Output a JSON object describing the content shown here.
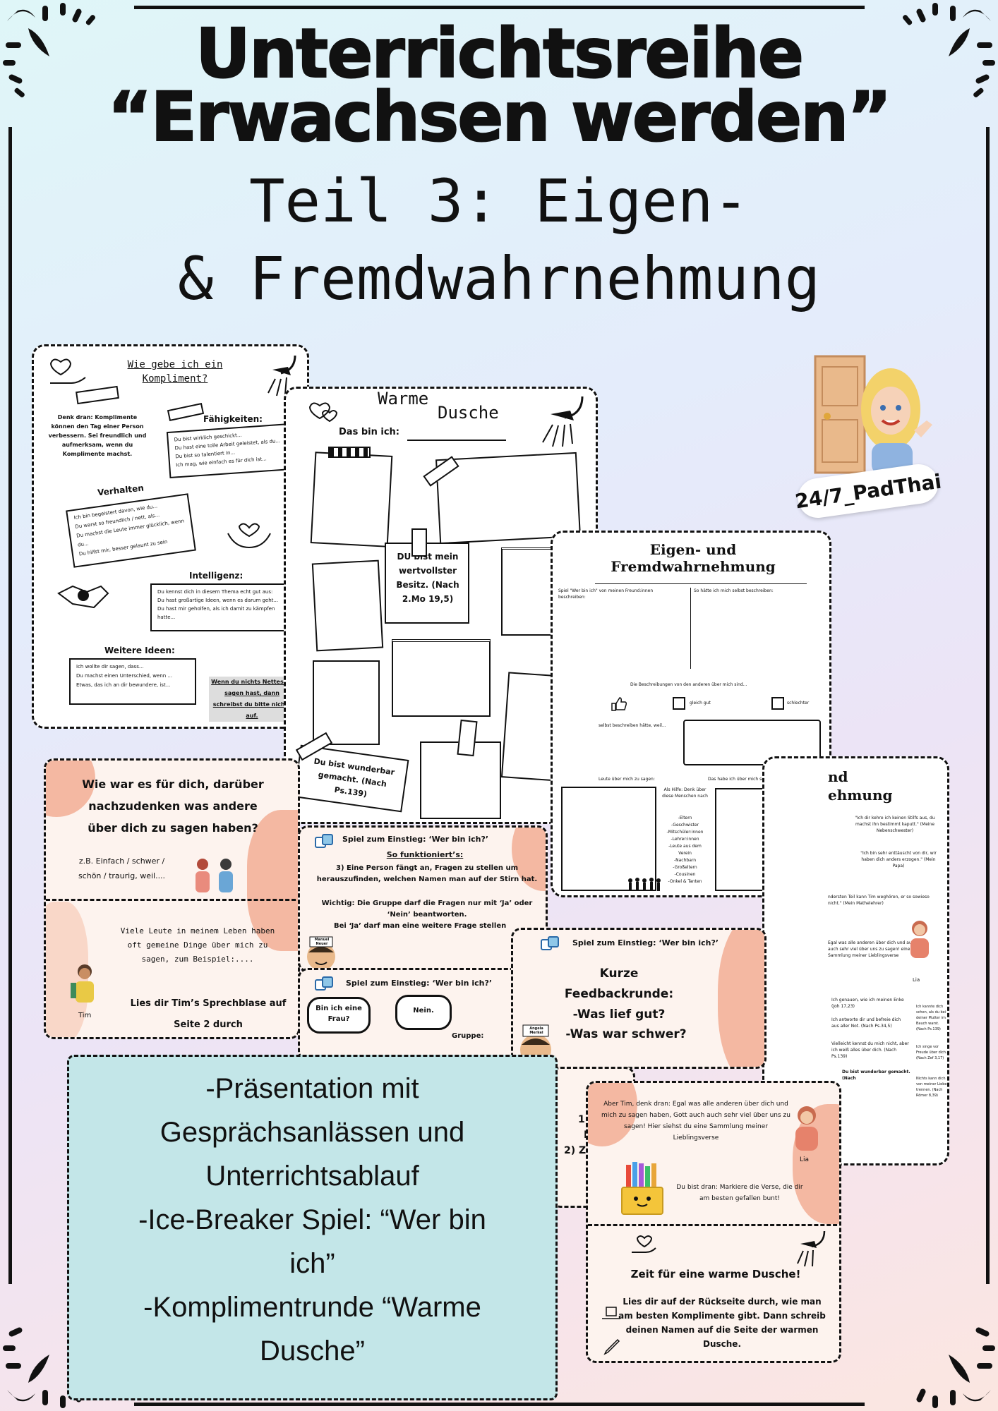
{
  "title": {
    "line1": "Unterrichtsreihe",
    "line2": "“Erwachsen werden”"
  },
  "subtitle": {
    "line1": "Teil 3: Eigen-",
    "line2": "& Fremdwahrnehmung"
  },
  "brand": {
    "handle": "24/7_PadThai"
  },
  "sheet_compliment": {
    "title": "Wie gebe ich ein Kompliment?",
    "reminder": "Denk dran: Komplimente können den Tag einer Person verbessern. Sei freundlich und aufmerksam, wenn du Komplimente machst.",
    "abilities_heading": "Fähigkeiten:",
    "abilities": [
      "Du bist wirklich geschickt...",
      "Du hast eine tolle Arbeit geleistet, als du...",
      "Du bist so talentiert in...",
      "Ich mag, wie einfach es für dich ist..."
    ],
    "behavior_heading": "Verhalten",
    "behavior": [
      "Ich bin begeistert davon, wie du...",
      "Du warst so freundlich / nett, als...",
      "Du machst die Leute immer glücklich, wenn du...",
      "Du hilfst mir, besser gelaunt zu sein"
    ],
    "intelligence_heading": "Intelligenz:",
    "intelligence": [
      "Du kennst dich in diesem Thema echt gut aus:",
      "Du hast großartige Ideen, wenn es darum geht...",
      "Du hast mir geholfen, als ich damit zu kämpfen hatte..."
    ],
    "more_heading": "Weitere Ideen:",
    "more": [
      "Ich wollte dir sagen, dass...",
      "Du machst einen Unterschied, wenn ...",
      "Etwas, das ich an dir bewundere, ist..."
    ],
    "warning": "Wenn du nichts Nettes zu sagen hast, dann schreibst du bitte nichts auf."
  },
  "sheet_shower": {
    "title1": "Warme",
    "title2": "Dusche",
    "name_label": "Das bin ich:",
    "verse1": "DU bist mein wertvollster Besitz. (Nach 2.Mo 19,5)",
    "verse2": "Du bist wunderbar gemacht. (Nach Ps.139)"
  },
  "sheet_perception": {
    "title1": "Eigen- und",
    "title2": "Fremdwahrnehmung",
    "col1": "Spiel \"Wer bin ich\" von meinen Freund:innen beschreiben:",
    "col2": "So hätte ich mich selbst beschreiben:",
    "compare": "Die Beschreibungen von den anderen über mich sind...",
    "same": "gleich gut",
    "worse": "schlechter",
    "self": "selbst beschreiben hätte, weil...",
    "people": "Leute über mich zu sagen:",
    "help": "Als Hilfe: Denk über diese Menschen nach",
    "help_list": [
      "-Eltern",
      "-Geschwister",
      "-Mitschüler:innen",
      "-Lehrer:innen",
      "-Leute aus dem Verein",
      "-Nachbarn",
      "-Großeltern",
      "-Cousinen",
      "-Onkel & Tanten"
    ],
    "learned": "Das habe ich über mich selbst zu sagen:"
  },
  "slide_far_right": {
    "title1": "nd",
    "title2": "ehmung",
    "quote1": "\"Ich dir kehre ich keinen Stilfs aus, du machst ihn bestimmt kaputt.\" (Meine Nebenschwester)",
    "quote2": "\"Ich bin sehr enttäuscht von dir, wir haben dich anders erzogen.\" (Mein Papa)",
    "quote3": "ndersten Teil kann Tim weghören, er so sowieso nicht.\" (Mein Mathelehrer)",
    "speech": "Egal was alle anderen über dich und auch auch sehr viel über uns zu sagen! eine Sammlung meiner Lieblingsverse",
    "person": "Lia",
    "box1": "Ich genauen, wie ich meinen Enke (Joh 17,23)",
    "box2": "Ich antworte dir und befreie dich aus aller Not. (Nach Ps.34,5)",
    "box3": "Vielleicht kennst du mich nicht, aber ich weiß alles über dich. (Nach Ps.139)",
    "box4": "Du bist wunderbar gemacht. (Nach",
    "box5": "Ich kannte dich schon, als du bei deiner Mutter im Bauch warst. (Nach Ps.139)",
    "box6": "Ich singe vor Freude über dich. (Nach Zef 3,17)",
    "box7": "Nichts kann dich von meiner Liebe trennen. (Nach Römer 8,39)"
  },
  "slide_question": {
    "question": "Wie war es für dich, darüber nachzudenken was andere über dich zu sagen haben?",
    "example": "z.B. Einfach / schwer / schön / traurig, weil....",
    "speech": "Viele Leute in meinem Leben haben oft gemeine Dinge über mich zu sagen, zum Beispiel:....",
    "person": "Tim",
    "instruction": "Lies dir Tim’s Sprechblase auf Seite 2 durch"
  },
  "slide_game_rules": {
    "title": "Spiel zum Einstieg: ‘Wer bin ich?’",
    "heading": "So funktioniert’s:",
    "text": "3) Eine Person fängt an, Fragen zu stellen um herauszufinden, welchen Namen man auf der Stirn hat.",
    "important": "Wichtig: Die Gruppe darf die Fragen nur mit ‘Ja’ oder ‘Nein’ beantworten.",
    "yes": "Bei ‘Ja’ darf man eine weitere Frage stellen",
    "tag": "Manuel Neuer"
  },
  "slide_game_bubbles": {
    "title": "Spiel zum Einstieg: ‘Wer bin ich?’",
    "bubble1": "Bin ich eine Frau?",
    "bubble2": "Nein.",
    "group": "Gruppe:"
  },
  "slide_feedback": {
    "title": "Spiel zum Einstieg: ‘Wer bin ich?’",
    "line1": "Kurze",
    "line2": "Feedbackrunde:",
    "line3": "-Was lief gut?",
    "line4": "-Was war schwer?",
    "tag": "Angela Merkel"
  },
  "slide_back": {
    "a": "1)",
    "b": "N",
    "c": "2) Z"
  },
  "slide_verses": {
    "speech": "Aber Tim, denk dran: Egal was alle anderen über dich und mich zu sagen haben, Gott auch auch sehr viel über uns zu sagen! Hier siehst du eine Sammlung meiner Lieblingsverse",
    "person": "Lia",
    "mark": "Du bist dran: Markiere die Verse, die dir am besten gefallen bunt!",
    "heading": "Zeit für eine warme Dusche!",
    "instruction": "Lies dir auf der Rückseite durch, wie man am besten Komplimente gibt. Dann schreib deinen Namen auf die Seite der warmen Dusche."
  },
  "info_box": {
    "lines": [
      "-Präsentation mit",
      "Gesprächsanlässen und",
      "Unterrichtsablauf",
      "-Ice-Breaker Spiel: “Wer bin",
      "ich”",
      "-Komplimentrunde “Warme",
      "Dusche”"
    ]
  }
}
